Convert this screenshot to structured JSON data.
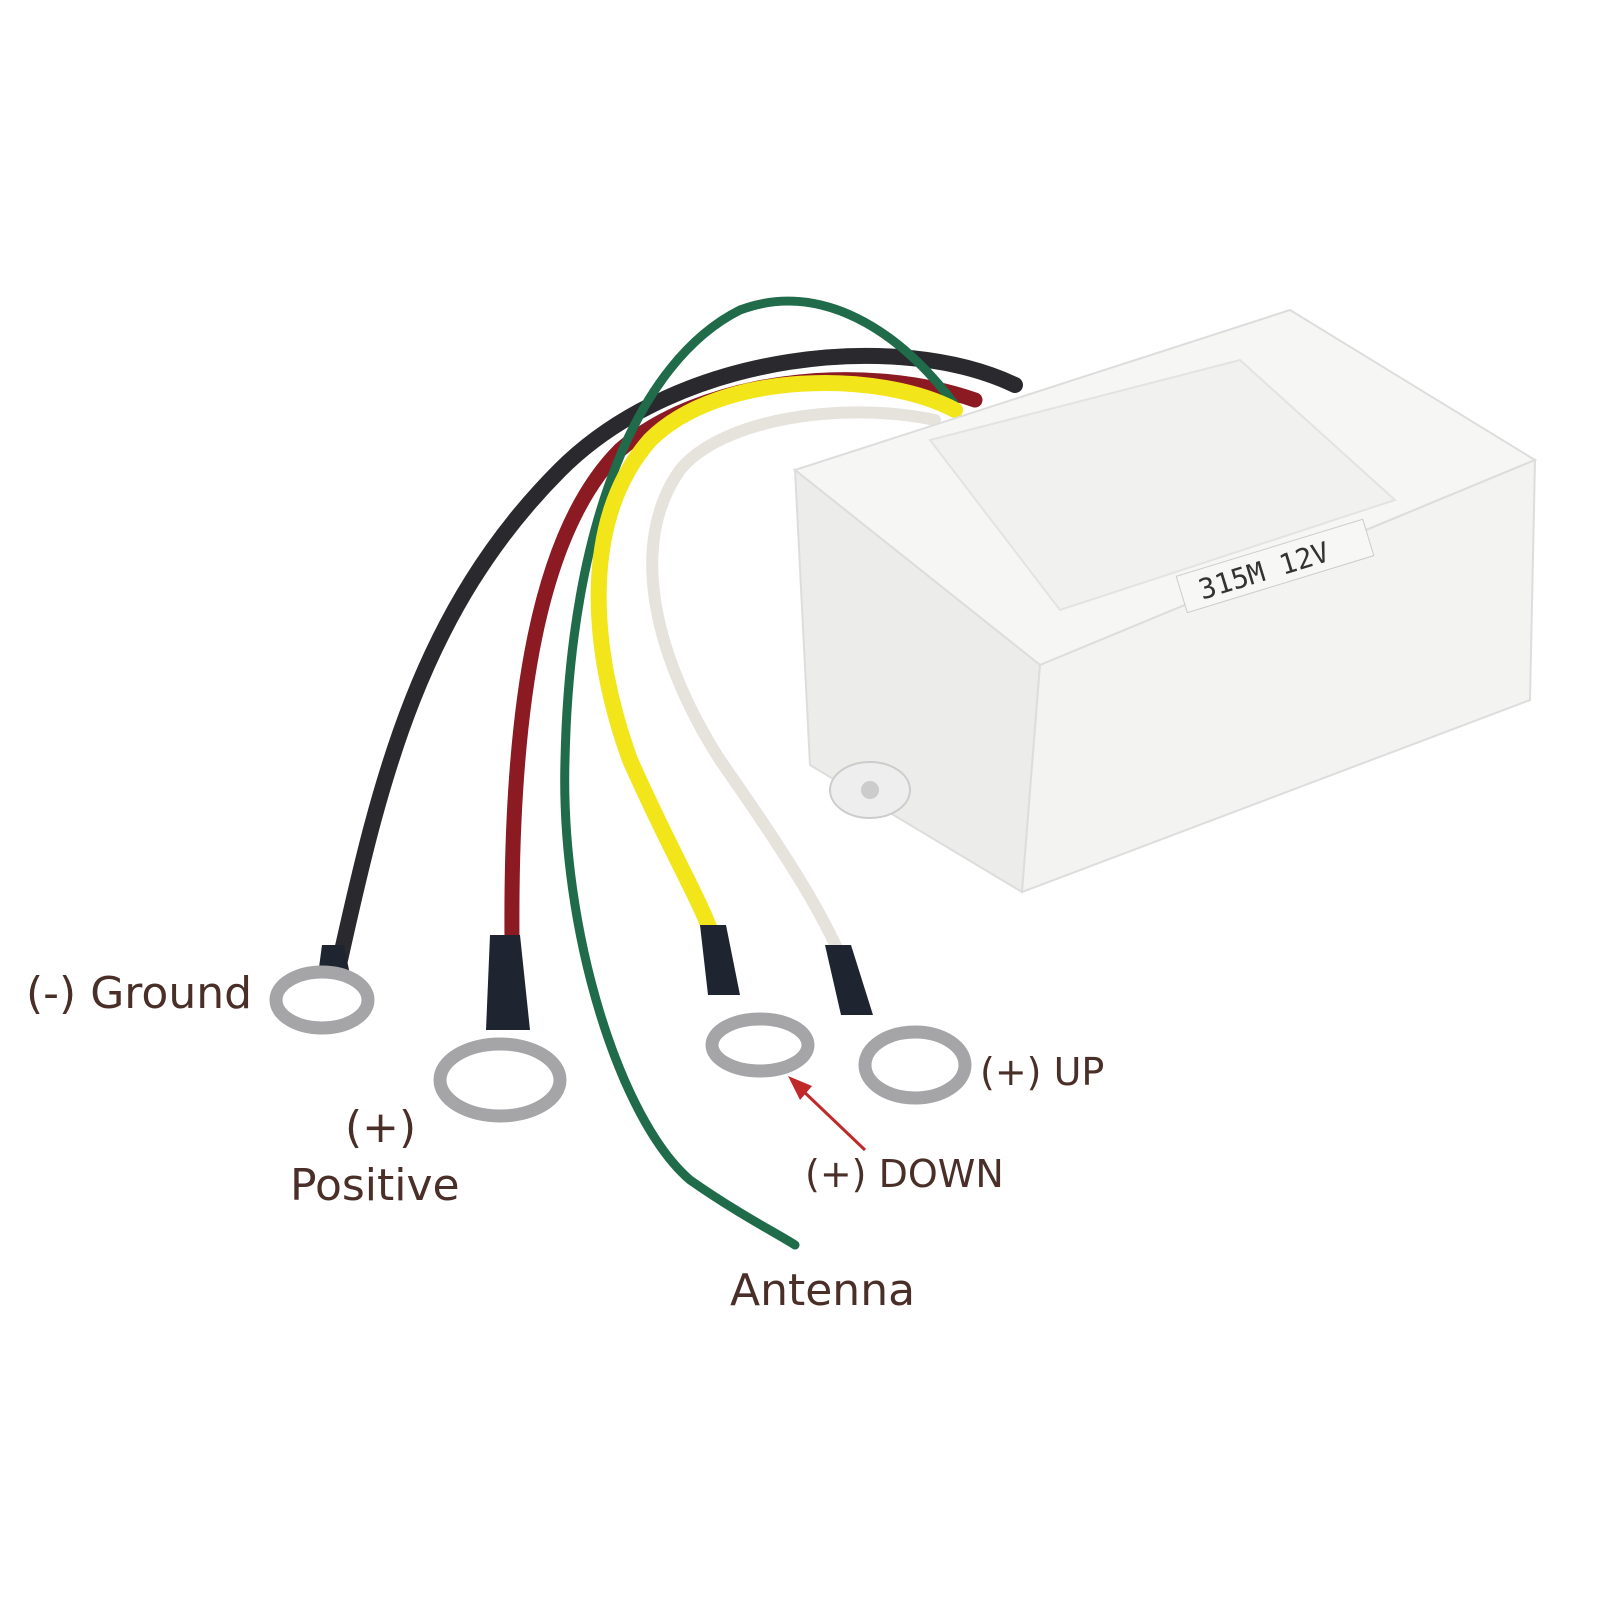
{
  "device": {
    "label": "315M 12V"
  },
  "labels": {
    "ground": "(-) Ground",
    "positive_sign": "(+)",
    "positive": "Positive",
    "antenna": "Antenna",
    "down": "(+) DOWN",
    "up": "(+) UP"
  },
  "colors": {
    "black_wire": "#2a2a2e",
    "red_wire": "#8c1a22",
    "green_wire": "#1f6b4a",
    "yellow_wire": "#f2e51a",
    "white_wire": "#e6e3dc",
    "arrow": "#c0282a",
    "text": "#4a2f28"
  }
}
